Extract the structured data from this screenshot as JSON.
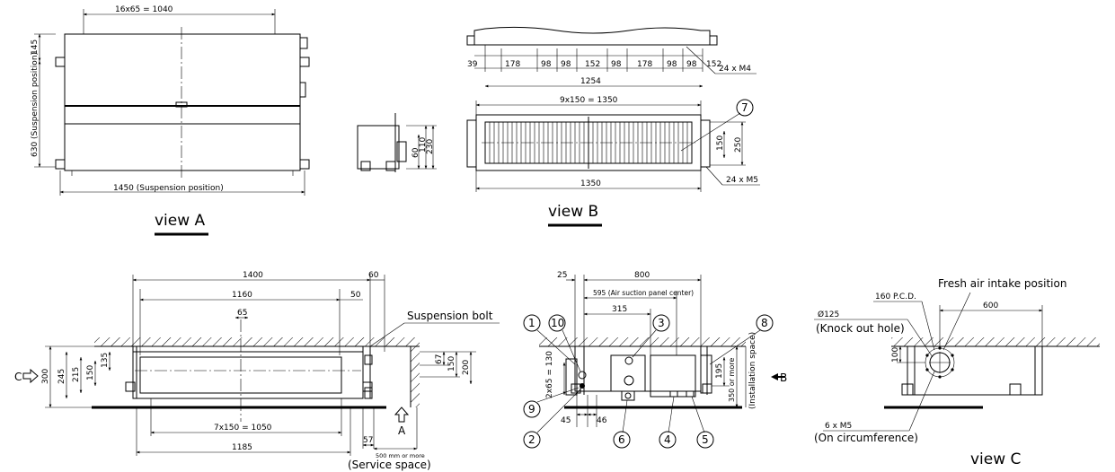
{
  "view_labels": {
    "a": "view A",
    "b": "view B",
    "c": "view C"
  },
  "view_a": {
    "top_width": "16x65 = 1040",
    "height_top": "145",
    "height_suspension": "630 (Suspension position)",
    "width_suspension": "1450 (Suspension position)"
  },
  "view_b": {
    "top_dims": [
      "39",
      "178",
      "98",
      "98",
      "152",
      "98",
      "178",
      "98",
      "98",
      "152"
    ],
    "overall_1254": "1254",
    "bolts_m4": "24 x M4",
    "grille_pitch": "9x150 = 1350",
    "grille_width": "1350",
    "bolts_m5": "24 x M5",
    "side_60": "60",
    "side_110": "110",
    "side_230": "230",
    "grille_150": "150",
    "grille_250": "250",
    "callout_7": "7"
  },
  "front": {
    "width_1400": "1400",
    "width_1160": "1160",
    "dim_60": "60",
    "dim_50": "50",
    "dim_65": "65",
    "suspension_bolt": "Suspension bolt",
    "height_300": "300",
    "height_245": "245",
    "height_215": "215",
    "height_150": "150",
    "height_135": "135",
    "side_67": "67",
    "side_150": "150",
    "side_200": "200",
    "pitch_1050": "7x150 = 1050",
    "width_1185": "1185",
    "dim_57": "57",
    "service_mm": "500 mm or more",
    "service_space": "(Service space)",
    "arrow_a": "A",
    "arrow_c": "C"
  },
  "side": {
    "dim_25": "25",
    "dim_800": "800",
    "air_suction": "595 (Air suction panel center)",
    "dim_315": "315",
    "dim_130": "2x65 = 130",
    "dim_45": "45",
    "dim_46": "46",
    "dim_195": "195",
    "install_mm": "350 or more",
    "install_space": "(Installation space)",
    "arrow_b": "B",
    "callouts": [
      "1",
      "10",
      "3",
      "8",
      "9",
      "2",
      "6",
      "4",
      "5"
    ]
  },
  "view_c": {
    "fresh_air": "Fresh air intake position",
    "pcd": "160 P.C.D.",
    "dia": "Ø125",
    "knock_out": "(Knock out hole)",
    "dim_600": "600",
    "dim_100": "100",
    "bolts": "6 x M5",
    "circumference": "(On circumference)"
  }
}
